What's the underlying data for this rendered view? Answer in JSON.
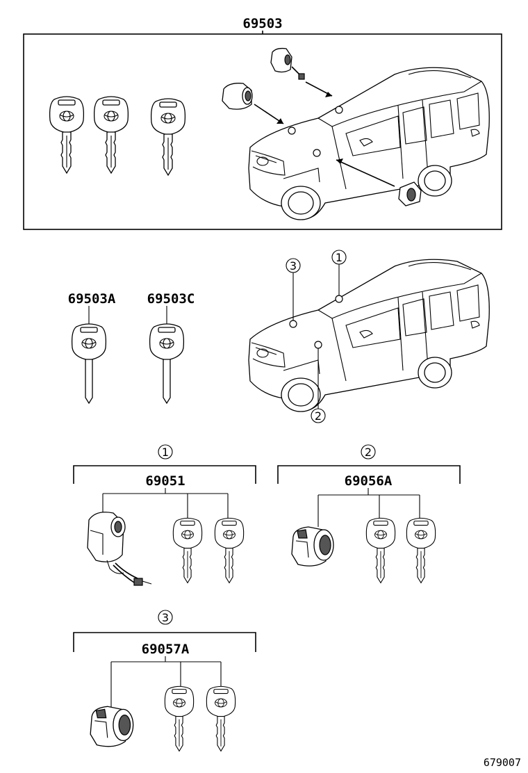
{
  "top_group": {
    "part_number": "69503"
  },
  "spare_keys": [
    {
      "part_number": "69503A"
    },
    {
      "part_number": "69503C"
    }
  ],
  "locator_callouts": [
    "3",
    "1",
    "2"
  ],
  "assemblies": [
    {
      "callout": "1",
      "part_number": "69051"
    },
    {
      "callout": "2",
      "part_number": "69056A"
    },
    {
      "callout": "3",
      "part_number": "69057A"
    }
  ],
  "illustration_id": "679007"
}
